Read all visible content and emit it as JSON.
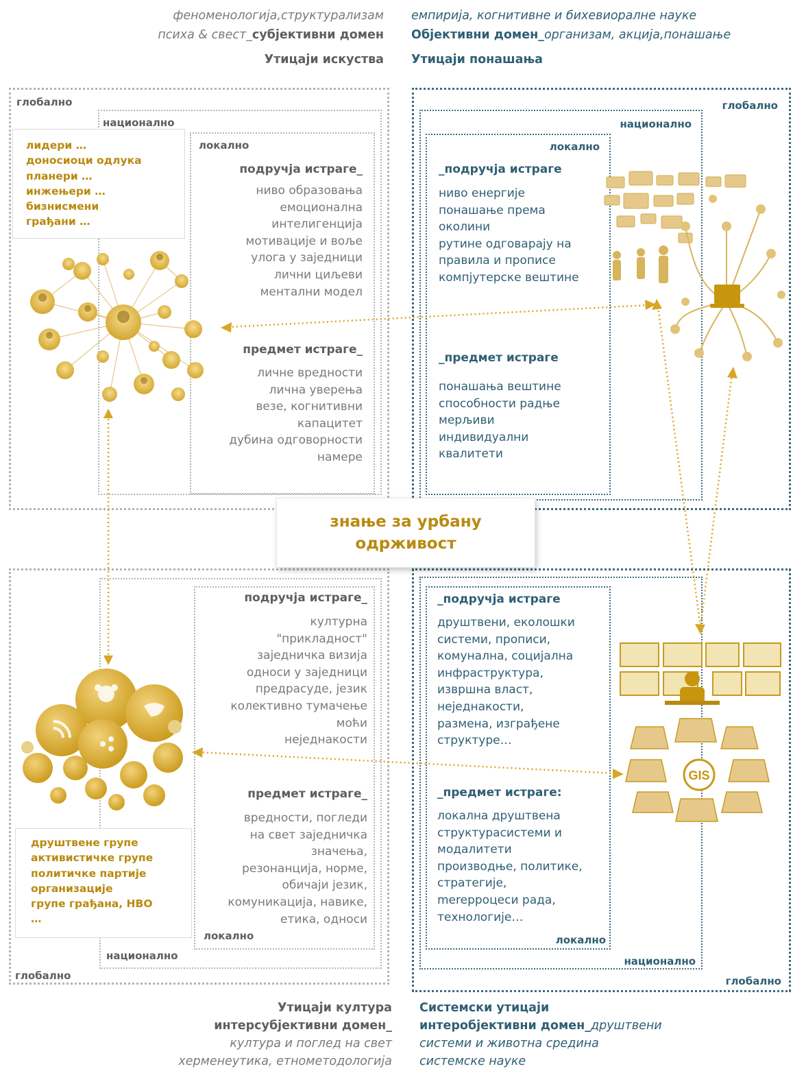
{
  "header": {
    "left_line1": "феноменологија,структурализам",
    "left_line2_italic": "психа & свест_",
    "left_line2_bold": "субјективни домен",
    "left_title": "Утицаји искуства",
    "right_line1": "емпирија, когнитивне и бихевиоралне науке",
    "right_line2_bold": "Објективни домен_",
    "right_line2_italic": "организам, акција,понашање",
    "right_title": "Утицаји понашања"
  },
  "center": {
    "line1": "знање за урбану",
    "line2": "одрживост"
  },
  "scope_labels": {
    "global": "глобално",
    "national": "национално",
    "local": "локално"
  },
  "quadrant_tl": {
    "actors": [
      "лидери …",
      "доносиоци одлука",
      "планери …",
      "инжењери …",
      "бизнисмени",
      "грађани …"
    ],
    "areas_title": "подручја истраге_",
    "areas": [
      "ниво образовања",
      "емоционална",
      "интелигенција",
      "мотивације и воље",
      "улога у заједници",
      "лични циљеви",
      "ментални модел"
    ],
    "subject_title": "предмет истраге_",
    "subject": [
      "личне вредности",
      "лична уверења",
      "везе, когнитивни",
      "капацитет",
      "дубина одговорности",
      "намере"
    ]
  },
  "quadrant_tr": {
    "areas_title": "_подручја истраге",
    "areas": [
      "ниво енергије",
      "понашање према",
      "околини",
      "рутине одговарају на",
      "правила и прописе",
      "компјутерске вештине"
    ],
    "subject_title": "_предмет истраге",
    "subject": [
      "понашања вештине",
      "способности радње",
      "мерљиви",
      "индивидуални",
      "квалитети"
    ]
  },
  "quadrant_bl": {
    "areas_title": "подручја истраге_",
    "areas": [
      "културна",
      "\"прикладност\"",
      "заједничка визија",
      "односи у заједници",
      "предрасуде,  језик",
      "колективно тумачење",
      "моћи",
      "неједнакости"
    ],
    "subject_title": "предмет истраге_",
    "subject": [
      "вредности, погледи",
      "на свет заједничка",
      "значења,",
      "резонанција, норме,",
      "обичаји језик,",
      "комуникација, навике,",
      "етика, односи"
    ],
    "actors": [
      "друштвене групе",
      "активистичке групе",
      "политичке партије",
      "организације",
      "групе грађана, НВО",
      "…"
    ]
  },
  "quadrant_br": {
    "areas_title": "_подручја истраге",
    "areas": [
      "друштвени, еколошки",
      "системи, прописи,",
      "комунална, социјална",
      "инфраструктура,",
      "извршна власт,",
      "неједнакости,",
      "размена, изграђене",
      "структуре…"
    ],
    "subject_title": "_предмет истраге:",
    "subject": [
      "локална друштвена",
      "структурасистеми и",
      "модалитети",
      "производње, политике,",
      "стратегије,",
      "merepроцеси рада,",
      "технологије…"
    ],
    "gis_label": "GIS"
  },
  "footer": {
    "left_title": "Утицаји култура",
    "left_domain": "интерсубјективни домен_",
    "left_line3": "култура и поглед на свет",
    "left_line4": "херменеутика, етнометодологија",
    "right_title": "Системски утицаји",
    "right_domain_bold": "интеробјективни домен_",
    "right_domain_italic": "друштвени",
    "right_line3": "системи и животна средина",
    "right_line4": "системске науке"
  },
  "colors": {
    "gold": "#b98a10",
    "teal": "#2f5f74",
    "gray": "#7a7a7a"
  }
}
